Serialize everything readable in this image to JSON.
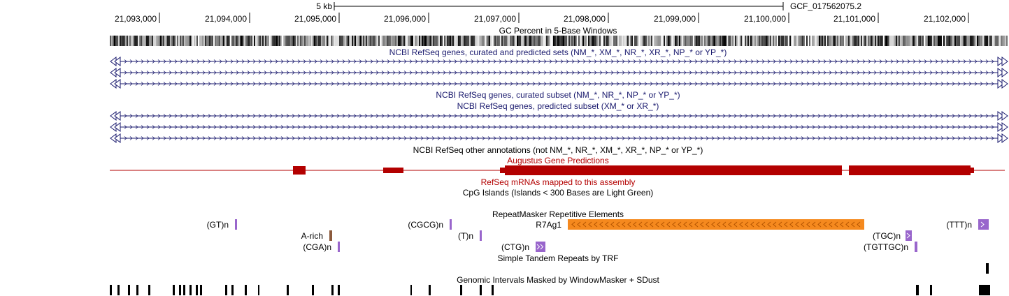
{
  "scale": {
    "label": "5 kb",
    "assembly": "GCF_017562075.2"
  },
  "ruler": {
    "positions": [
      "21,093,000",
      "21,094,000",
      "21,095,000",
      "21,096,000",
      "21,097,000",
      "21,098,000",
      "21,099,000",
      "21,100,000",
      "21,101,000",
      "21,102,000"
    ]
  },
  "tracks": {
    "gc_percent": "GC Percent in 5-Base Windows",
    "refseq_all": "NCBI RefSeq genes, curated and predicted sets (NM_*, XM_*, NR_*, XR_*, NP_* or YP_*)",
    "refseq_curated": "NCBI RefSeq genes, curated subset (NM_*, NR_*, NP_* or YP_*)",
    "refseq_predicted": "NCBI RefSeq genes, predicted subset (XM_* or XR_*)",
    "refseq_other": "NCBI RefSeq other annotations (not NM_*, NR_*, XM_*, XR_*, NP_* or YP_*)",
    "augustus": "Augustus Gene Predictions",
    "refseq_mrna": "RefSeq mRNAs mapped to this assembly",
    "cpg": "CpG Islands (Islands < 300 Bases are Light Green)",
    "repeatmasker": "RepeatMasker Repetitive Elements",
    "simple_repeats": "Simple Tandem Repeats by TRF",
    "windowmasker": "Genomic Intervals Masked by WindowMasker + SDust"
  },
  "repeats": {
    "gt": "(GT)n",
    "cgcg": "(CGCG)n",
    "r7ag1": "R7Ag1",
    "ttt": "(TTT)n",
    "a_rich": "A-rich",
    "t": "(T)n",
    "tgc": "(TGC)n",
    "cga": "(CGA)n",
    "ctg": "(CTG)n",
    "tgttgc": "(TGTTGC)n"
  },
  "colors": {
    "navy": "#1a1a6e",
    "augustus": "#b30000",
    "repeat_simple": "#9966cc",
    "repeat_ltr": "#f5891e",
    "repeat_lowcomplexity": "#8b5a3c"
  }
}
